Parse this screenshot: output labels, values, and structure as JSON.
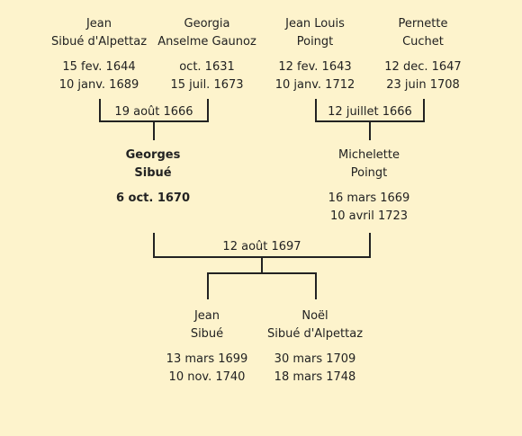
{
  "grandparents": [
    {
      "name1": "Jean",
      "name2": "Sibué d'Alpettaz",
      "birth": "15 fev. 1644",
      "death": "10 janv. 1689"
    },
    {
      "name1": "Georgia",
      "name2": "Anselme Gaunoz",
      "birth": "oct. 1631",
      "death": "15 juil. 1673"
    },
    {
      "name1": "Jean Louis",
      "name2": "Poingt",
      "birth": "12 fev. 1643",
      "death": "10 janv. 1712"
    },
    {
      "name1": "Pernette",
      "name2": "Cuchet",
      "birth": "12 dec. 1647",
      "death": "23 juin 1708"
    }
  ],
  "marriages": {
    "paternal": "19 août 1666",
    "maternal": "12 juillet 1666",
    "parents": "12 août 1697"
  },
  "parents": [
    {
      "name1": "Georges",
      "name2": "Sibué",
      "birth": "6 oct. 1670",
      "death": ""
    },
    {
      "name1": "Michelette",
      "name2": "Poingt",
      "birth": "16 mars 1669",
      "death": "10 avril 1723"
    }
  ],
  "children": [
    {
      "name1": "Jean",
      "name2": "Sibué",
      "birth": "13 mars 1699",
      "death": "10 nov. 1740"
    },
    {
      "name1": "Noël",
      "name2": "Sibué d'Alpettaz",
      "birth": "30 mars 1709",
      "death": "18 mars 1748"
    }
  ]
}
